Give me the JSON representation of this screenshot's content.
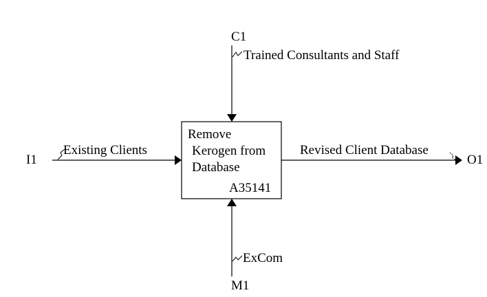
{
  "diagram": {
    "type": "IDEF0",
    "activity": {
      "title_lines": [
        "Remove",
        "Kerogen from",
        "Database"
      ],
      "node_id": "A35141"
    },
    "control": {
      "code": "C1",
      "label": "Trained Consultants and Staff"
    },
    "input": {
      "code": "I1",
      "label": "Existing Clients"
    },
    "output": {
      "code": "O1",
      "label": "Revised Client Database"
    },
    "mechanism": {
      "code": "M1",
      "label": "ExCom"
    },
    "colors": {
      "stroke": "#000000",
      "background": "#ffffff"
    }
  }
}
